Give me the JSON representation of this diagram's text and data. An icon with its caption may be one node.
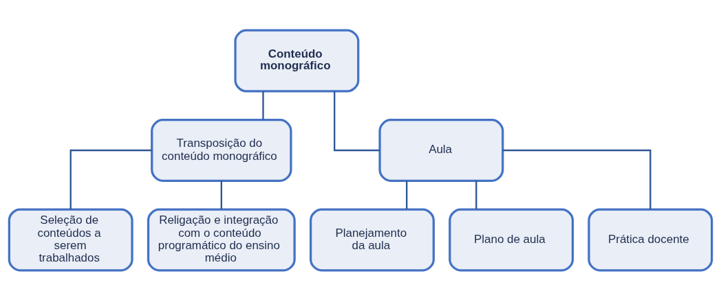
{
  "diagram": {
    "nodes": [
      {
        "text": [
          "Conteúdo monográfico"
        ]
      },
      {
        "text": [
          "Transposição do conteúdo monográfico"
        ]
      },
      {
        "text": [
          "Aula"
        ]
      },
      {
        "text": [
          "Seleção de conteúdos a serem trabalhados"
        ]
      },
      {
        "text": [
          "Religação e integração com o conteúdo programático do ensino médio"
        ]
      },
      {
        "text": [
          "Planejamento da aula"
        ]
      },
      {
        "text": [
          "Plano de aula"
        ]
      },
      {
        "text": [
          "Prática docente"
        ]
      }
    ],
    "edges": [
      {
        "from": 0,
        "to": 1,
        "arrow": "none"
      },
      {
        "from": 0,
        "to": 2,
        "arrow": "none"
      },
      {
        "from": 1,
        "to": 3,
        "arrow": "none"
      },
      {
        "from": 1,
        "to": 4,
        "arrow": "none"
      },
      {
        "from": 2,
        "to": 5,
        "arrow": "none"
      },
      {
        "from": 2,
        "to": 6,
        "arrow": "none"
      },
      {
        "from": 2,
        "to": 7,
        "arrow": "none"
      }
    ]
  }
}
